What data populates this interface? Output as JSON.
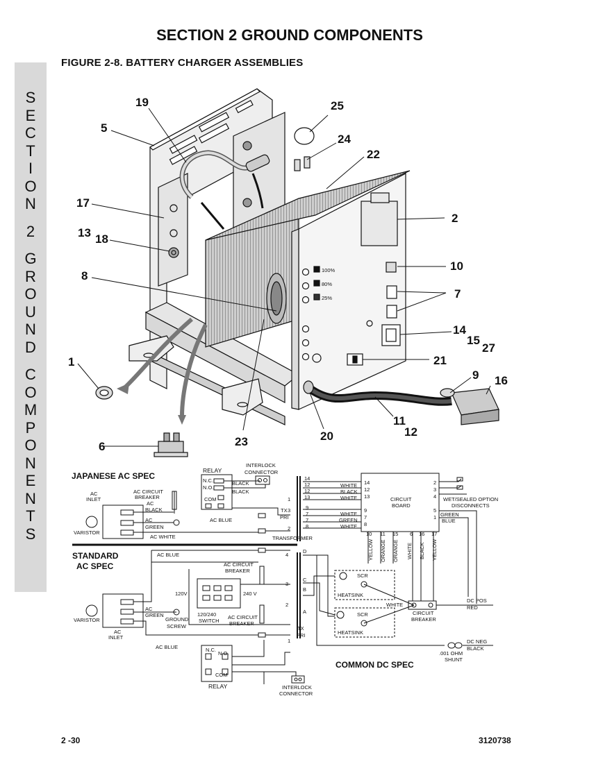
{
  "page": {
    "title": "SECTION 2   GROUND COMPONENTS",
    "figure_caption": "FIGURE 2-8.    BATTERY CHARGER ASSEMBLIES",
    "sidebar_letters": [
      "S",
      "E",
      "C",
      "T",
      "I",
      "O",
      "N",
      "2",
      "G",
      "R",
      "O",
      "U",
      "N",
      "D",
      "C",
      "O",
      "M",
      "P",
      "O",
      "N",
      "E",
      "N",
      "T",
      "S"
    ],
    "page_number": "2 -30",
    "doc_number": "3120738"
  },
  "callouts": {
    "c19": "19",
    "c25": "25",
    "c5": "5",
    "c24": "24",
    "c22": "22",
    "c2": "2",
    "c17": "17",
    "c13": "13",
    "c18": "18",
    "c10": "10",
    "c8": "8",
    "c7": "7",
    "c14": "14",
    "c15": "15",
    "c27": "27",
    "c1": "1",
    "c21": "21",
    "c9": "9",
    "c16": "16",
    "c11": "11",
    "c12": "12",
    "c20": "20",
    "c6": "6",
    "c23": "23"
  },
  "panel": {
    "pct100": "100%",
    "pct80": "80%",
    "pct25": "25%"
  },
  "schematic": {
    "japanese_title": "JAPANESE AC SPEC",
    "standard_title_1": "STANDARD",
    "standard_title_2": "AC SPEC",
    "common_dc": "COMMON DC SPEC",
    "relay": "RELAY",
    "interlock_1": "INTERLOCK",
    "connector": "CONNECTOR",
    "nc": "N.C.",
    "no": "N.O.",
    "com": "COM",
    "black": "BLACK",
    "ac_circuit_1": "AC CIRCUIT",
    "breaker": "BREAKER",
    "ac_black_1": "AC",
    "ac_black_2": "BLACK",
    "ac_inlet_1": "AC",
    "inlet": "INLET",
    "ac": "AC",
    "green": "GREEN",
    "varistor": "VARISTOR",
    "ac_white": "AC WHITE",
    "ac_blue": "AC BLUE",
    "tx": "TX",
    "pri": "PRI",
    "transformer": "TRANSFORMER",
    "white": "WHITE",
    "circuit": "CIRCUIT",
    "board": "BOARD",
    "wet_1": "WET/SEALED OPTION",
    "wet_2": "DISCONNECTS",
    "green_lbl": "GREEN",
    "blue_lbl": "BLUE",
    "yellow": "YELLOW",
    "orange": "ORANGE",
    "scr": "SCR",
    "heatsink": "HEATSINK",
    "circuit_breaker_1": "CIRCUIT",
    "dc_pos": "DC POS",
    "red": "RED",
    "dc_neg": "DC NEG",
    "shunt_1": ".001 OHM",
    "shunt_2": "SHUNT",
    "v120": "120V",
    "v240": "240 V",
    "switch_1": "120/240",
    "switch_2": "SWITCH",
    "ground_1": "GROUND",
    "ground_2": "SCREW",
    "pins_left": [
      "14",
      "12",
      "12",
      "13",
      "9",
      "7",
      "7",
      "8"
    ],
    "pins_right": [
      "2",
      "3",
      "4",
      "5",
      "1"
    ],
    "bottom_pins": [
      "10",
      "11",
      "15",
      "6",
      "16",
      "17"
    ],
    "tx_pins_top": [
      "1",
      "3",
      "2"
    ],
    "tx_pins_std": [
      "4",
      "3",
      "2",
      "1"
    ],
    "letters_dcba": [
      "D",
      "C",
      "B",
      "A"
    ]
  }
}
